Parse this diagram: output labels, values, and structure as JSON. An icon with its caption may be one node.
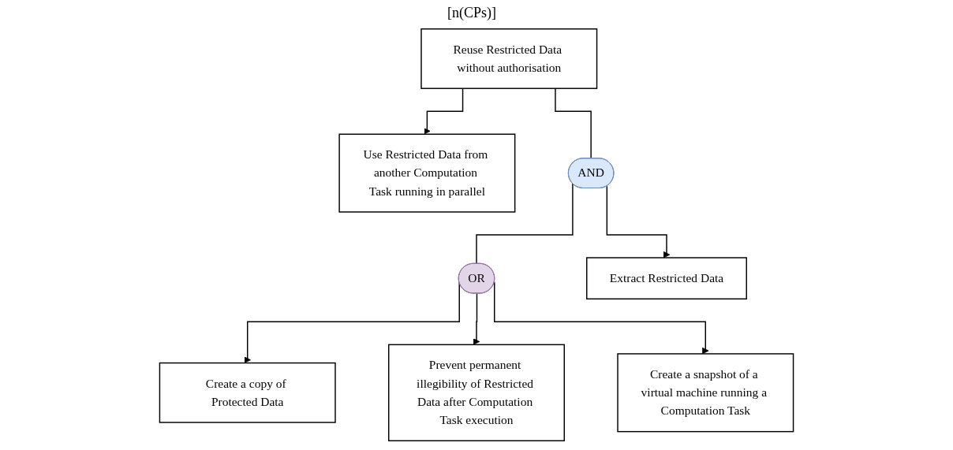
{
  "diagram": {
    "nodes": [
      {
        "text": [
          "Reuse Restricted Data without authorisation"
        ],
        "beside": [
          "[n(CPs)]"
        ]
      },
      {
        "text": [
          "Use Restricted Data from another Computation Task running in parallel"
        ]
      },
      {
        "text": [
          "AND"
        ]
      },
      {
        "text": [
          "OR"
        ]
      },
      {
        "text": [
          "Extract Restricted Data"
        ]
      },
      {
        "text": [
          "Create a copy of Protected Data"
        ]
      },
      {
        "text": [
          "Prevent permanent illegibility of Restricted Data after Computation Task execution"
        ]
      },
      {
        "text": [
          "Create a snapshot of a virtual machine running a Computation Task"
        ]
      }
    ],
    "edges": [
      {
        "from": 0,
        "to": 1,
        "arrow": "to"
      },
      {
        "from": 0,
        "to": 2,
        "arrow": "none"
      },
      {
        "from": 2,
        "to": 3,
        "arrow": "none"
      },
      {
        "from": 2,
        "to": 4,
        "arrow": "to"
      },
      {
        "from": 3,
        "to": 5,
        "arrow": "to"
      },
      {
        "from": 3,
        "to": 6,
        "arrow": "to"
      },
      {
        "from": 3,
        "to": 7,
        "arrow": "to"
      }
    ]
  }
}
